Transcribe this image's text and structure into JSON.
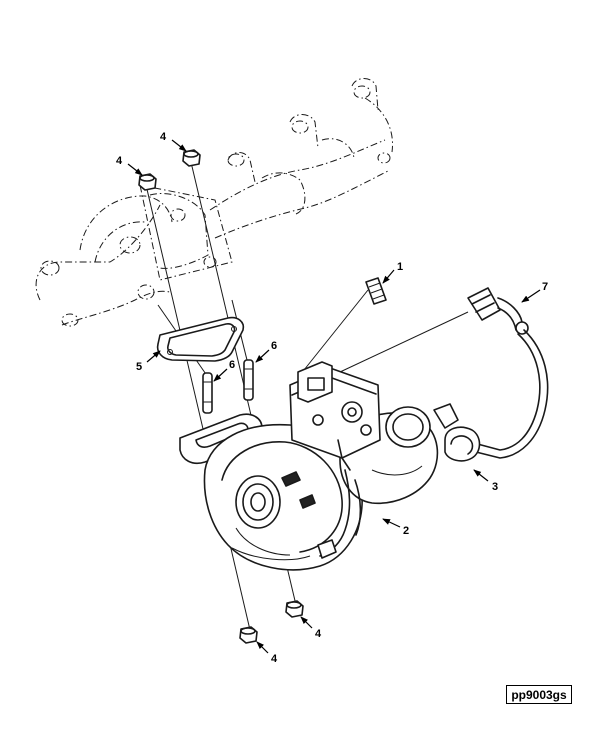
{
  "figure_id": "pp9003gs",
  "callouts": [
    {
      "id": "c1",
      "label": "1"
    },
    {
      "id": "c2",
      "label": "2"
    },
    {
      "id": "c3",
      "label": "3"
    },
    {
      "id": "c4a",
      "label": "4"
    },
    {
      "id": "c4b",
      "label": "4"
    },
    {
      "id": "c4c",
      "label": "4"
    },
    {
      "id": "c4d",
      "label": "4"
    },
    {
      "id": "c5",
      "label": "5"
    },
    {
      "id": "c6a",
      "label": "6"
    },
    {
      "id": "c6b",
      "label": "6"
    },
    {
      "id": "c7",
      "label": "7"
    }
  ]
}
